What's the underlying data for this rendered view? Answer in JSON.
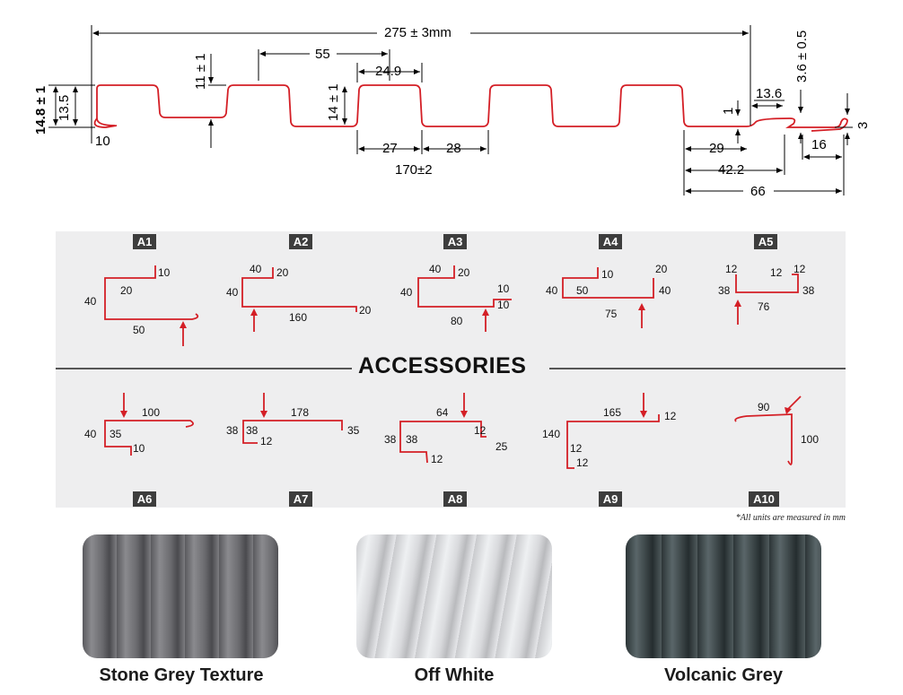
{
  "profile": {
    "overall_width": "275 ± 3mm",
    "height_total": "14.8 ± 1",
    "height_inner": "13.5",
    "edge_lip": "10",
    "rib_depth": "11 ± 1",
    "rib_pitch": "55",
    "rib_height": "14 ± 1",
    "rib_top": "24.9",
    "dim_27": "27",
    "dim_28": "28",
    "pitch_170": "170±2",
    "lap_thickness": "1",
    "lap_13_6": "13.6",
    "lap_3_6": "3.6 ± 0.5",
    "lap_3": "3",
    "dim_29": "29",
    "dim_42_2": "42.2",
    "dim_16": "16",
    "dim_66": "66"
  },
  "accessories": {
    "title": "ACCESSORIES",
    "units_note": "*All units are measured in mm",
    "items": [
      {
        "id": "A1",
        "labels": [
          "10",
          "20",
          "40",
          "50"
        ]
      },
      {
        "id": "A2",
        "labels": [
          "40",
          "20",
          "40",
          "160",
          "20"
        ]
      },
      {
        "id": "A3",
        "labels": [
          "40",
          "20",
          "40",
          "10",
          "10",
          "80"
        ]
      },
      {
        "id": "A4",
        "labels": [
          "10",
          "20",
          "40",
          "50",
          "40",
          "75"
        ]
      },
      {
        "id": "A5",
        "labels": [
          "12",
          "12",
          "12",
          "38",
          "38",
          "76"
        ]
      },
      {
        "id": "A6",
        "labels": [
          "100",
          "40",
          "35",
          "10"
        ]
      },
      {
        "id": "A7",
        "labels": [
          "178",
          "38",
          "38",
          "12",
          "35"
        ]
      },
      {
        "id": "A8",
        "labels": [
          "64",
          "12",
          "38",
          "38",
          "25",
          "12"
        ]
      },
      {
        "id": "A9",
        "labels": [
          "165",
          "12",
          "140",
          "12",
          "12"
        ]
      },
      {
        "id": "A10",
        "labels": [
          "90",
          "100"
        ]
      }
    ]
  },
  "colours": [
    {
      "name": "Stone Grey Texture",
      "hex": "#6f6f72"
    },
    {
      "name": "Off White",
      "hex": "#dcdde0"
    },
    {
      "name": "Volcanic Grey",
      "hex": "#3a4648"
    }
  ],
  "colors": {
    "profile_line": "#d41f26",
    "dimension_line": "#000000",
    "panel_bg": "#eeeeef",
    "tag_bg": "#3d3d3d"
  }
}
